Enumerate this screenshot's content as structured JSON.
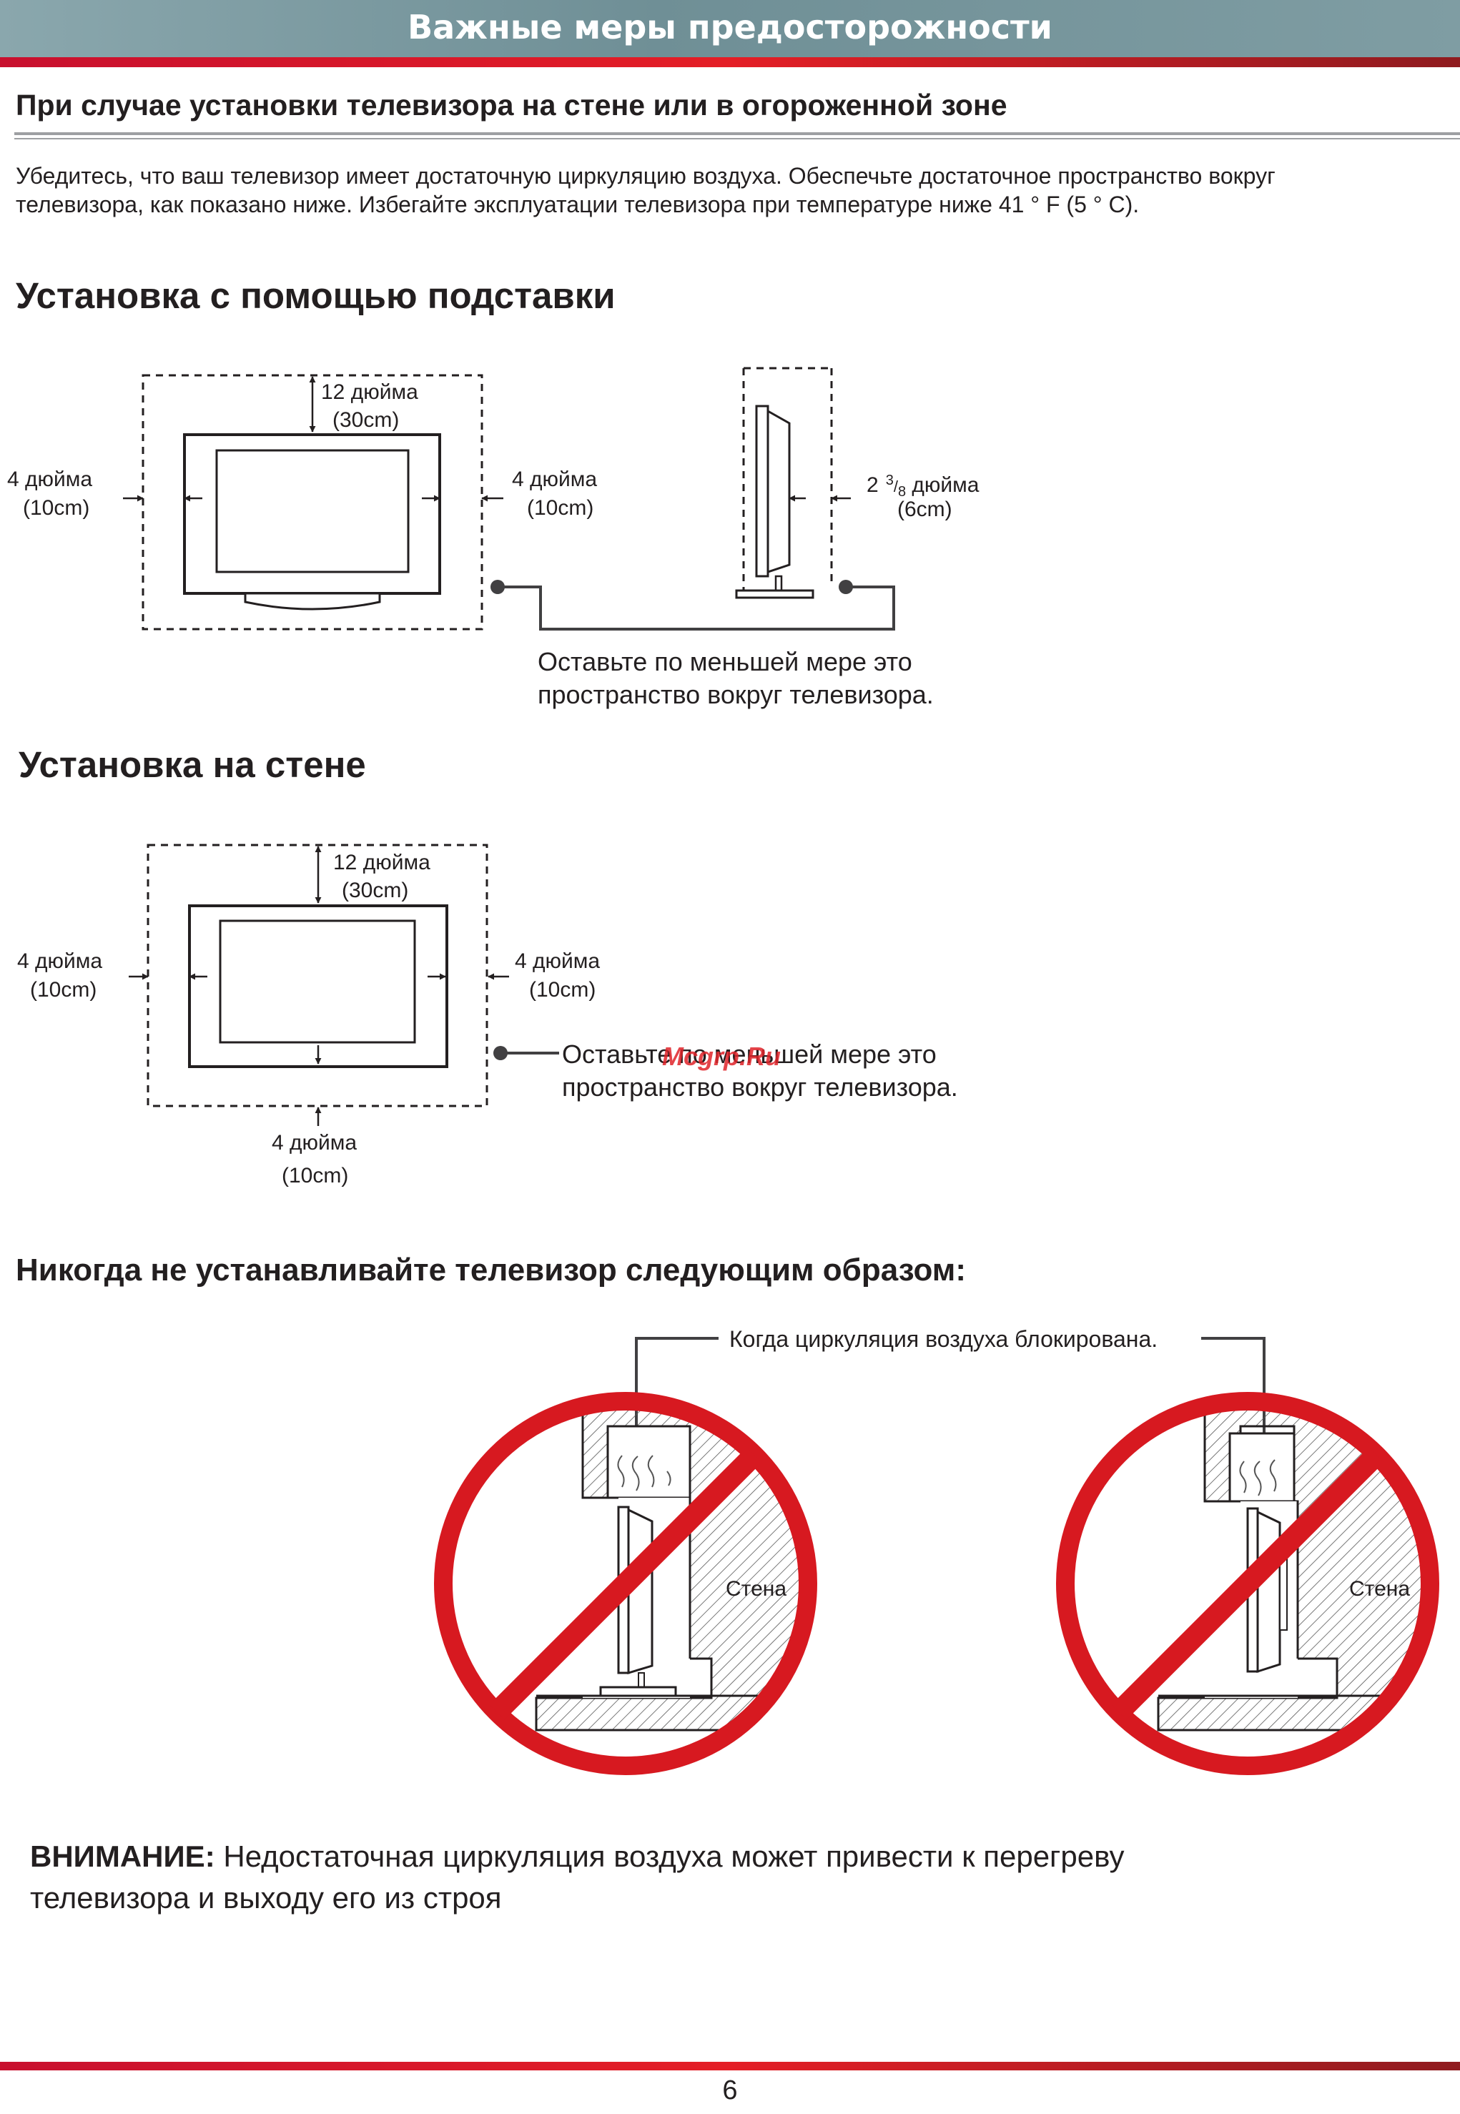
{
  "header": {
    "title": "Важные меры предосторожности"
  },
  "section_title": "При случае установки телевизора на стене или в огороженной зоне",
  "intro": {
    "line1": "Убедитесь, что ваш телевизор имеет достаточную циркуляцию воздуха. Обеспечьте достаточное пространство вокруг",
    "line2": "телевизора, как показано ниже. Избегайте эксплуатации телевизора при температуре ниже  41 ° F (5 ° C)."
  },
  "stand": {
    "heading": "Установка с помощью подставки",
    "top_label": "12 дюйма",
    "top_metric": "(30cm)",
    "left_label": "4 дюйма",
    "left_metric": "(10cm)",
    "right_label": "4 дюйма",
    "right_metric": "(10cm)",
    "side_whole": "2",
    "side_num": "3",
    "side_den": "8",
    "side_unit": " дюйма",
    "side_metric": "(6cm)",
    "note_line1": "Оставьте по меньшей мере это",
    "note_line2": "пространство вокруг телевизора."
  },
  "wall": {
    "heading": "Установка на стене",
    "top_label": "12 дюйма",
    "top_metric": "(30cm)",
    "left_label": "4 дюйма",
    "left_metric": "(10cm)",
    "right_label": "4 дюйма",
    "right_metric": "(10cm)",
    "bottom_label": "4 дюйма",
    "bottom_metric": "(10cm)",
    "note_line1": "Оставьте по меньшей мере это",
    "note_line2": "пространство вокруг телевизора."
  },
  "watermark": "Mcgrp.Ru",
  "never": {
    "heading": "Никогда не устанавливайте телевизор следующим образом:",
    "callout": "Когда циркуляция воздуха блокирована.",
    "wall_label_left": "Стена",
    "wall_label_right": "Стена"
  },
  "warning": {
    "strong": "ВНИМАНИЕ:",
    "line1": " Недостаточная циркуляция воздуха может привести к перегреву",
    "line2": "телевизора и выходу его из строя"
  },
  "page_number": "6",
  "colors": {
    "header_bar": "#7f9ca2",
    "accent_red": "#d71920",
    "watermark": "#e0242a",
    "text": "#231f20"
  }
}
